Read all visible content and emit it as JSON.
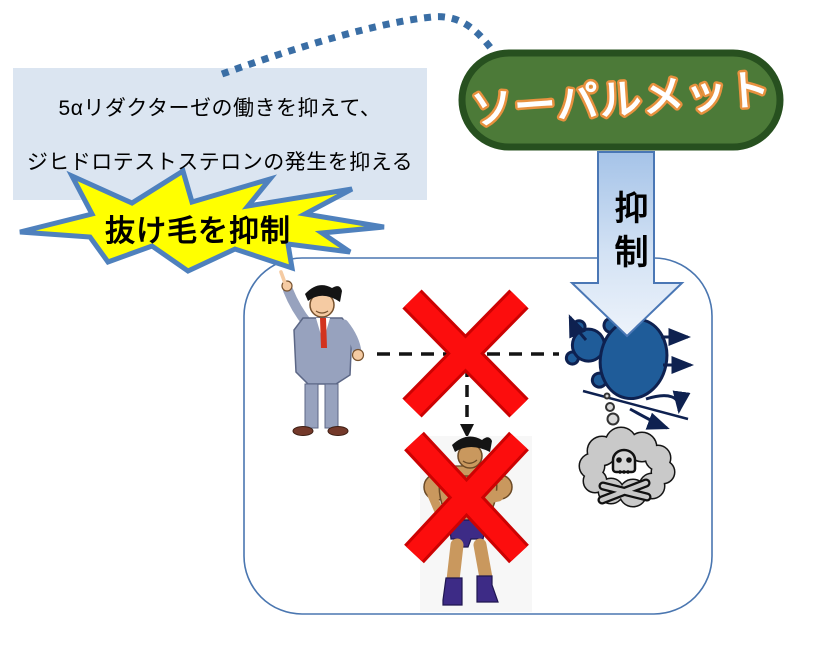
{
  "explanation_box": {
    "line1": "5αリダクターゼの働きを抑えて、",
    "line2": "ジヒドロテストステロンの発生を抑える"
  },
  "burst": {
    "label": "抜け毛を抑制"
  },
  "badge": {
    "label": "ソーパルメット"
  },
  "inhibit_arrow": {
    "label": "抑制"
  },
  "icons": {
    "connector": "dotted-connector-line",
    "down_arrow": "inhibit-down-arrow",
    "cross_top": "red-x-icon",
    "cross_bottom": "red-x-icon",
    "bug": "enzyme-bug-icon",
    "skull_cloud": "skull-thought-cloud-icon",
    "suited_man": "suited-man-icon",
    "muscle_man": "muscle-man-icon"
  },
  "colors": {
    "box_fill": "#DBE5F1",
    "burst_fill": "#FFFF00",
    "burst_border": "#4F81BD",
    "badge_fill": "#4C7A38",
    "badge_border": "#27501F",
    "badge_text": "#FFFFFF",
    "badge_text_outline": "#E8913F",
    "arrow_fill_top": "#A5C3E8",
    "arrow_fill_bottom": "#EDF3FB",
    "arrow_border": "#4A77B5",
    "container_border": "#4A76B0",
    "cross_red": "#FC0D0D",
    "bug_blue": "#1F5C99",
    "cloud_gray": "#C9C9C9",
    "connector_blue": "#3A6EA5"
  }
}
